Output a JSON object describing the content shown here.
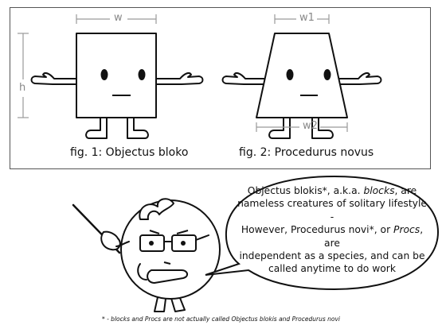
{
  "figures": {
    "fig1_caption": "fig. 1: Objectus bloko",
    "fig2_caption": "fig. 2: Procedurus novus",
    "dim_w": "w",
    "dim_h": "h",
    "dim_w1": "w1",
    "dim_w2": "w2"
  },
  "speech_bubble": {
    "line1_prefix": "Objectus blokis*, a.k.a. ",
    "line1_em": "blocks",
    "line1_suffix": ", are",
    "line2": "nameless creatures of solitary lifestyle",
    "separator": "-",
    "line3": "However, Procedurus novi*, or ",
    "line3_em": "Procs",
    "line3_suffix": ", are",
    "line4": "independent as a species, and can be",
    "line5": "called anytime to do work"
  },
  "footnote": "* - blocks and Procs are not actually called Objectus blokis and Procedurus novi"
}
